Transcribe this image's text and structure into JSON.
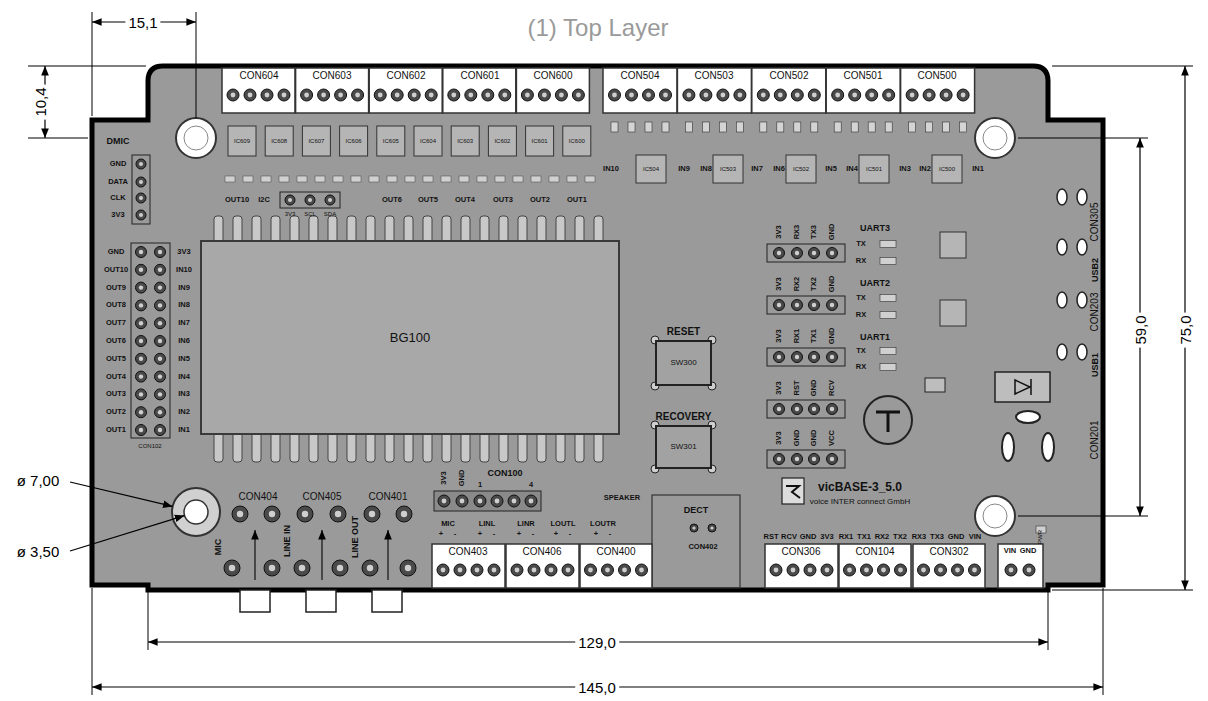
{
  "diagram": {
    "title": "(1) Top Layer",
    "nodes": [
      {
        "text": [
          "BG100"
        ]
      },
      {
        "text": [
          "RESET",
          "SW300"
        ]
      },
      {
        "text": [
          "RECOVERY",
          "SW301"
        ]
      }
    ],
    "labels": [
      "15,1",
      "10,4",
      "ø 7,00",
      "ø 3,50",
      "129,0",
      "145,0",
      "59,0",
      "75,0",
      "CON604",
      "CON603",
      "CON602",
      "CON601",
      "CON600",
      "CON504",
      "CON503",
      "CON502",
      "CON501",
      "CON500",
      "IC609",
      "IC608",
      "IC607",
      "IC606",
      "IC605",
      "IC604",
      "IC603",
      "IC602",
      "IC601",
      "IC600",
      "IN10",
      "IC504",
      "IN9",
      "IN8",
      "IC503",
      "IN7",
      "IN6",
      "IC502",
      "IN5",
      "IN4",
      "IC501",
      "IN3",
      "IN2",
      "IC500",
      "IN1",
      "DMIC",
      "GND",
      "DATA",
      "CLK",
      "3V3",
      "OUT10",
      "I2C",
      "3V3",
      "SCL",
      "SDA",
      "OUT6",
      "OUT5",
      "OUT4",
      "OUT3",
      "OUT2",
      "OUT1",
      "GND",
      "OUT10",
      "OUT9",
      "OUT8",
      "OUT7",
      "OUT6",
      "OUT5",
      "OUT4",
      "OUT3",
      "OUT2",
      "OUT1",
      "3V3",
      "IN10",
      "IN9",
      "IN8",
      "IN7",
      "IN6",
      "IN5",
      "IN4",
      "IN3",
      "IN2",
      "IN1",
      "CON102",
      "CON100",
      "1",
      "4",
      "3V3",
      "GND",
      "SPEAKER",
      "DECT",
      "CON402",
      "MIC",
      "+",
      "-",
      "LINL",
      "+",
      "-",
      "LINR",
      "+",
      "-",
      "LOUTL",
      "+",
      "-",
      "LOUTR",
      "+",
      "-",
      "CON403",
      "CON406",
      "CON400",
      "CON404",
      "CON405",
      "CON401",
      "MIC",
      "LINE IN",
      "LINE OUT",
      "3V3",
      "RX3",
      "TX3",
      "GND",
      "3V3",
      "RX2",
      "TX2",
      "GND",
      "3V3",
      "RX1",
      "TX1",
      "GND",
      "3V3",
      "RST",
      "GND",
      "RCV",
      "3V3",
      "GND",
      "GND",
      "VCC",
      "UART3",
      "TX",
      "RX",
      "UART2",
      "TX",
      "RX",
      "UART1",
      "TX",
      "RX",
      "CON305",
      "USB2",
      "CON203",
      "USB1",
      "CON201",
      "PWR",
      "vicBASE-3_5.0",
      "voice INTER connect GmbH",
      "RST",
      "RCV",
      "GND",
      "3V3",
      "RX1",
      "TX1",
      "RX2",
      "TX2",
      "RX3",
      "TX3",
      "GND",
      "VIN",
      "VIN",
      "GND",
      "CON306",
      "CON104",
      "CON302"
    ]
  }
}
